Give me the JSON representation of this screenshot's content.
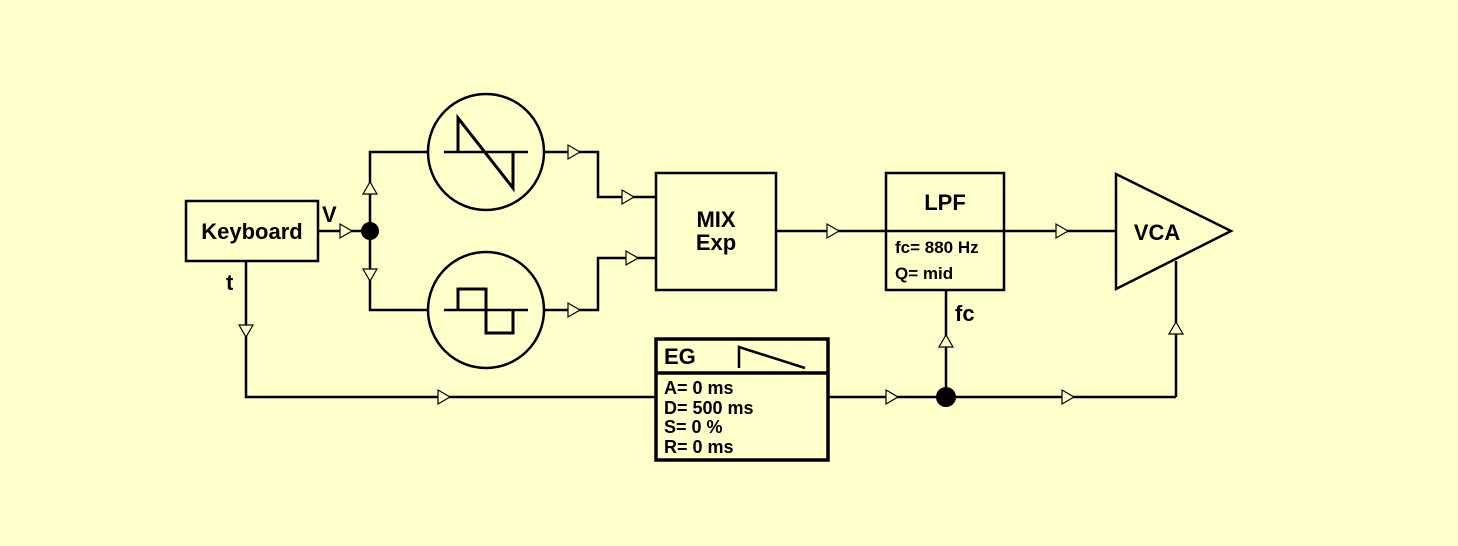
{
  "diagram": {
    "keyboard": {
      "label": "Keyboard",
      "out_v": "V",
      "out_t": "t"
    },
    "oscillators": [
      {
        "wave": "sawtooth-icon"
      },
      {
        "wave": "square-icon"
      }
    ],
    "mixer": {
      "line1": "MIX",
      "line2": "Exp"
    },
    "lpf": {
      "title": "LPF",
      "fc": "fc= 880 Hz",
      "q": "Q= mid",
      "cv_label": "fc"
    },
    "vca": {
      "label": "VCA"
    },
    "eg": {
      "title": "EG",
      "attack": "A= 0 ms",
      "decay": "D= 500 ms",
      "sustain": "S= 0 %",
      "release": "R= 0 ms"
    }
  }
}
